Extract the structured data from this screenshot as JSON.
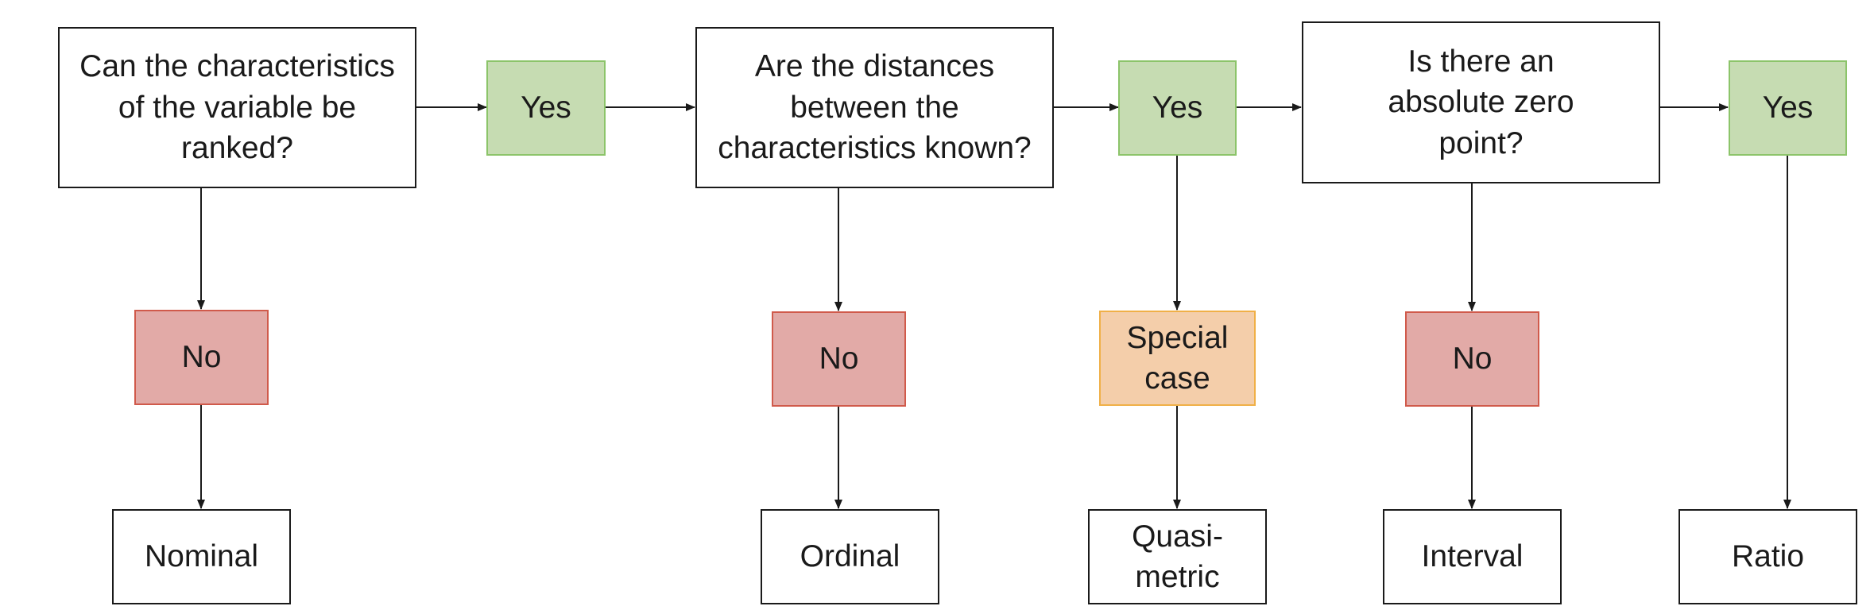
{
  "questions": {
    "rank": "Can the characteristics of the variable be ranked?",
    "distances": "Are the distances between the characteristics known?",
    "zero": "Is there an absolute zero point?"
  },
  "answers": {
    "yes": "Yes",
    "no": "No",
    "special_case": "Special case"
  },
  "scales": {
    "nominal": "Nominal",
    "ordinal": "Ordinal",
    "quasi_metric": "Quasi-metric",
    "interval": "Interval",
    "ratio": "Ratio"
  },
  "colors": {
    "line": "#1a1a1a",
    "yes_fill": "#c6dcb2",
    "yes_border": "#8cc46a",
    "no_fill": "#e2aaa7",
    "no_border": "#d05a4b",
    "special_fill": "#f4ceaa",
    "special_border": "#f0b047"
  }
}
